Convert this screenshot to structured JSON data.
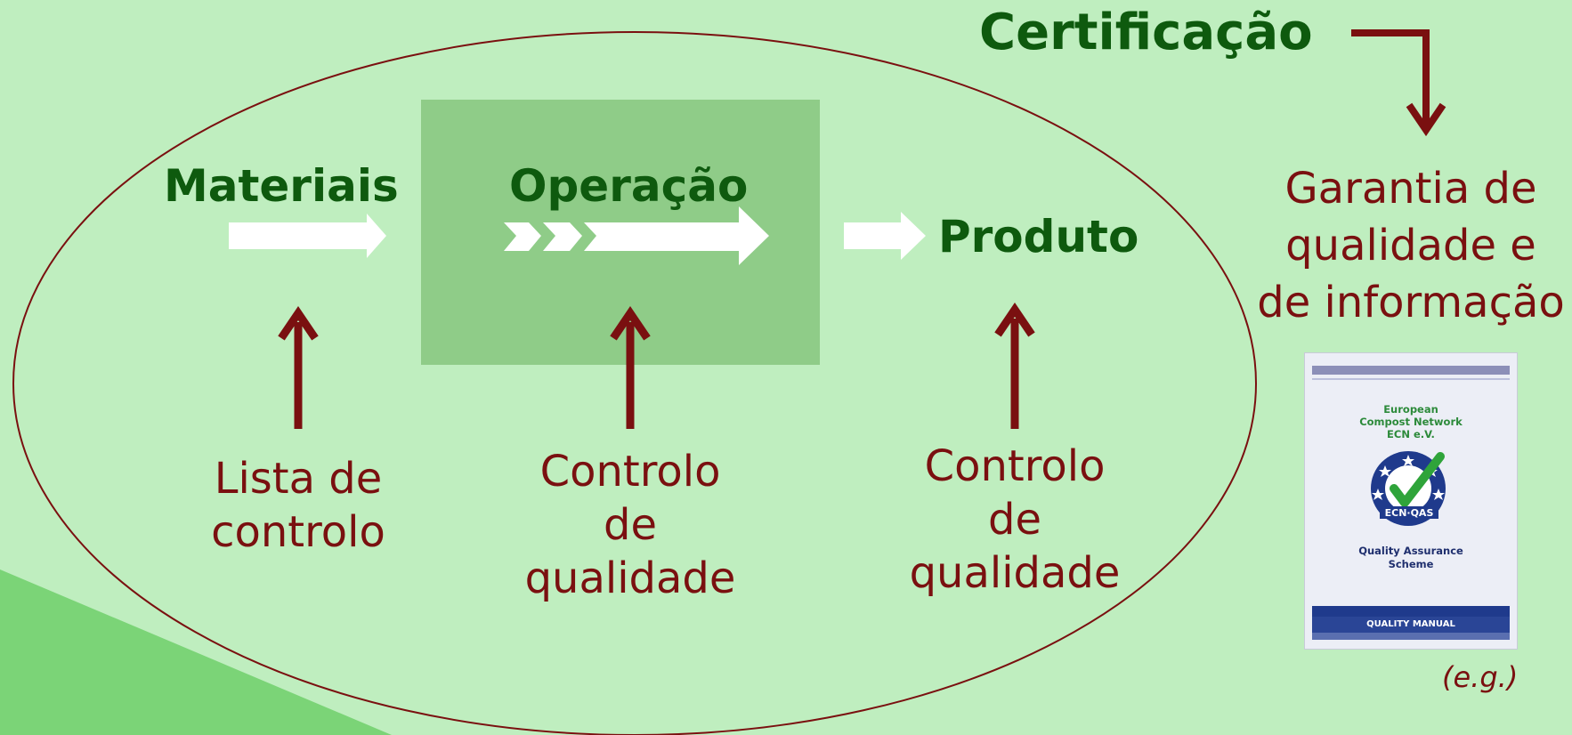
{
  "title": "Certificação",
  "stages": {
    "materials": "Materiais",
    "operation": "Operação",
    "product": "Produto"
  },
  "controls": {
    "checklist": [
      "Lista de",
      "controlo"
    ],
    "operation_qc": [
      "Controlo",
      "de",
      "qualidade"
    ],
    "product_qc": [
      "Controlo",
      "de",
      "qualidade"
    ]
  },
  "guarantee": [
    "Garantia de",
    "qualidade e",
    "de informação"
  ],
  "card": {
    "org_line1": "European",
    "org_line2": "Compost Network",
    "org_line3": "ECN e.V.",
    "logo_text": "ECN·QAS",
    "scheme_line1": "Quality Assurance",
    "scheme_line2": "Scheme",
    "manual": "QUALITY MANUAL"
  },
  "example_note": "(e.g.)",
  "colors": {
    "background": "#bfeebf",
    "operation_box": "#8fcc88",
    "stage_text": "#0e5a0e",
    "control_text": "#7a1010",
    "arrow_red": "#7a1010",
    "process_arrow": "#ffffff",
    "corner_green": "#6fcf6a"
  }
}
